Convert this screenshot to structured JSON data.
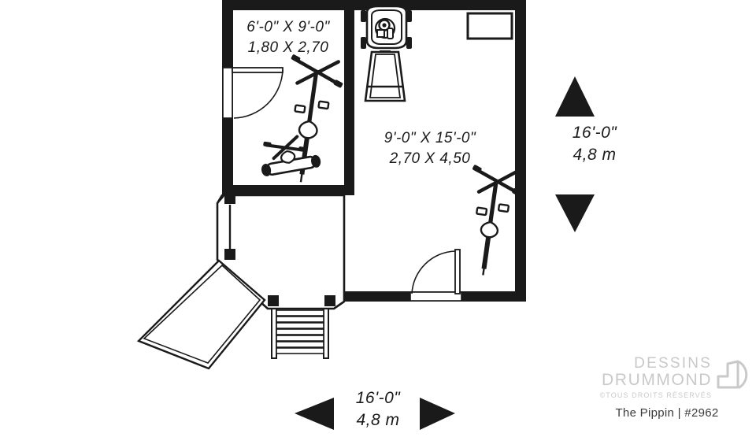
{
  "document": {
    "type": "architectural-floor-plan",
    "background_color": "#ffffff",
    "ink_color": "#1a1a1a"
  },
  "rooms": [
    {
      "id": "room-a",
      "name": "storage-room-left",
      "dim_imperial": "6'-0\" X 9'-0\"",
      "dim_metric": "1,80 X 2,70"
    },
    {
      "id": "room-b",
      "name": "garage-shed-right",
      "dim_imperial": "9'-0\" X 15'-0\"",
      "dim_metric": "2,70 X 4,50"
    }
  ],
  "dimensions": {
    "right": {
      "label": "overall-height",
      "imperial": "16'-0\"",
      "metric": "4,8 m",
      "arrow_style": "double-vertical"
    },
    "bottom": {
      "label": "overall-width",
      "imperial": "16'-0\"",
      "metric": "4,8 m",
      "arrow_style": "double-horizontal"
    }
  },
  "fixtures": [
    {
      "name": "lawn-mower",
      "room": "room-b"
    },
    {
      "name": "workbench",
      "room": "room-b"
    },
    {
      "name": "bicycle-upright",
      "room": "room-a"
    },
    {
      "name": "bicycle-lying",
      "room": "room-a"
    },
    {
      "name": "bicycle-upright",
      "room": "room-b"
    },
    {
      "name": "door-swing-left",
      "room": "room-a"
    },
    {
      "name": "door-swing-bottom",
      "room": "room-b"
    },
    {
      "name": "porch-deck",
      "room": "exterior"
    },
    {
      "name": "porch-stairs",
      "room": "exterior"
    },
    {
      "name": "ramp-deck-angled",
      "room": "exterior"
    }
  ],
  "branding": {
    "line1": "DESSINS",
    "line2": "DRUMMOND",
    "rights": "©TOUS DROITS RÉSERVÉS",
    "caption": "The Pippin | #2962",
    "logo_color": "#c9c9c9",
    "caption_color": "#3a3a3a"
  }
}
